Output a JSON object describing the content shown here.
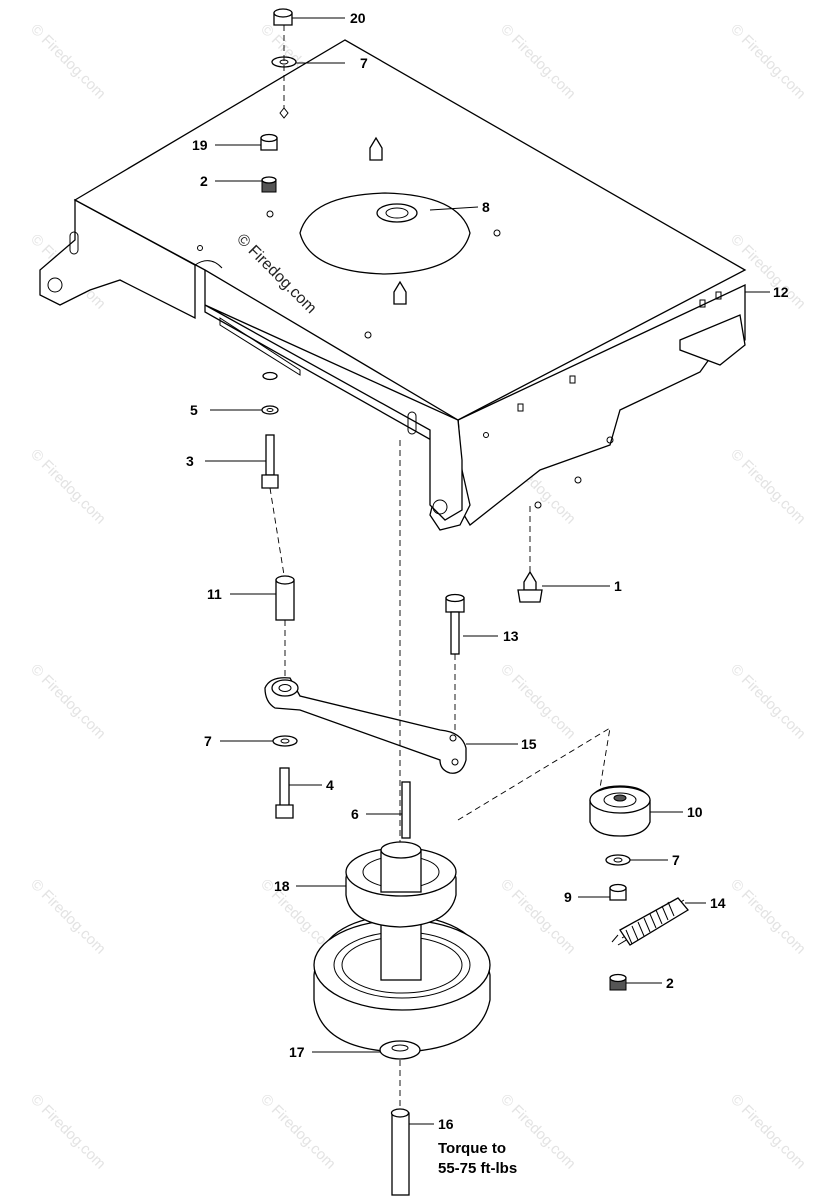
{
  "diagram": {
    "callouts": {
      "c20": "20",
      "c7a": "7",
      "c19": "19",
      "c2a": "2",
      "c8": "8",
      "c12": "12",
      "c5": "5",
      "c3": "3",
      "c1": "1",
      "c11": "11",
      "c13": "13",
      "c7b": "7",
      "c15": "15",
      "c4": "4",
      "c6": "6",
      "c10": "10",
      "c7c": "7",
      "c18": "18",
      "c9": "9",
      "c14": "14",
      "c2b": "2",
      "c17": "17",
      "c16": "16"
    },
    "note_line1": "Torque to",
    "note_line2": "55-75 ft-lbs",
    "watermark_main": "© Firedog.com",
    "watermark": "© Firedog.com"
  }
}
